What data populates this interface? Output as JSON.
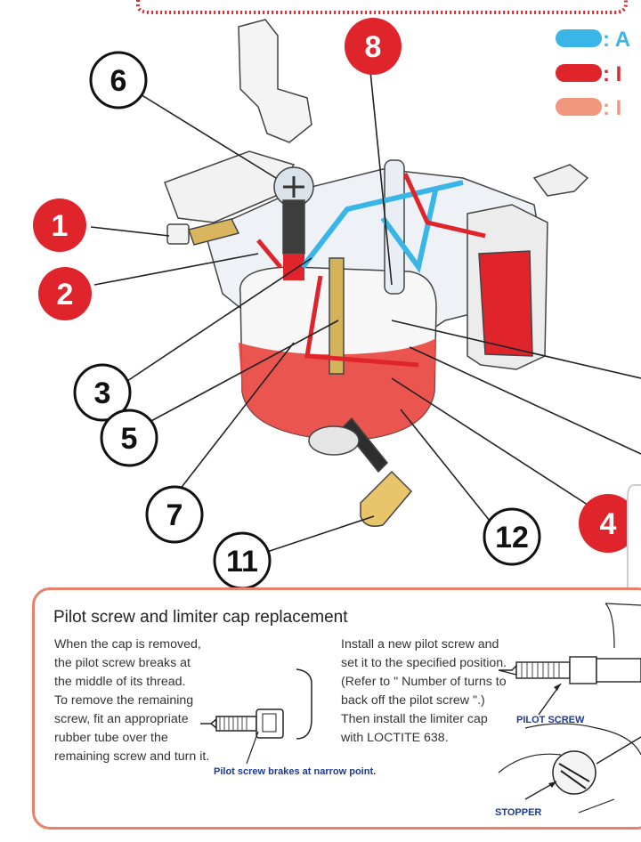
{
  "legend": {
    "items": [
      {
        "color": "#3ab5e8",
        "text": ": A"
      },
      {
        "color": "#e0242b",
        "text": ": I"
      },
      {
        "color": "#f0977e",
        "text": ": I"
      }
    ]
  },
  "callouts": {
    "c1": "1",
    "c2": "2",
    "c3": "3",
    "c4": "4",
    "c5": "5",
    "c6": "6",
    "c7": "7",
    "c8": "8",
    "c11": "11",
    "c12": "12"
  },
  "panel": {
    "title": "Pilot screw and limiter cap replacement",
    "left_text": "When the cap is removed,\nthe pilot screw breaks at\nthe middle of its thread.\nTo remove the remaining\nscrew, fit an appropriate\nrubber tube over the\nremaining screw and turn it.",
    "middle_text": "Install a new pilot  screw and\nset it to the specified position.\n(Refer to \" Number of turns to\nback off the pilot screw \".)\nThen install the limiter cap\nwith LOCTITE 638.",
    "caption": "Pilot screw brakes at narrow point.",
    "label_pilot_screw": "PILOT SCREW",
    "label_stopper": "STOPPER"
  }
}
